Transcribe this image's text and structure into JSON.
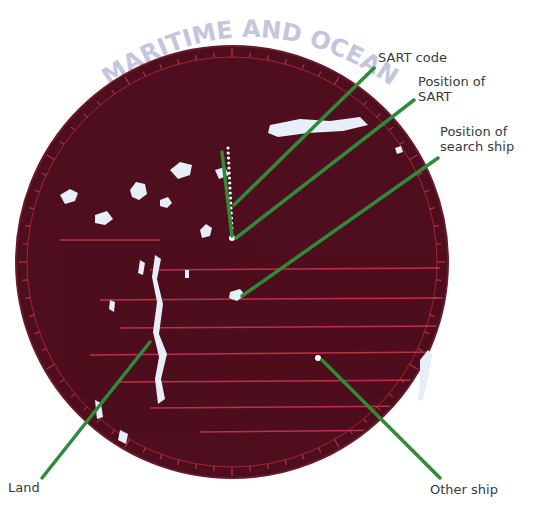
{
  "diagram": {
    "labels": [
      "MARITIME AND OCEAN",
      "SART code",
      "Position of SART",
      "Position of search ship",
      "Land",
      "Other ship"
    ]
  }
}
